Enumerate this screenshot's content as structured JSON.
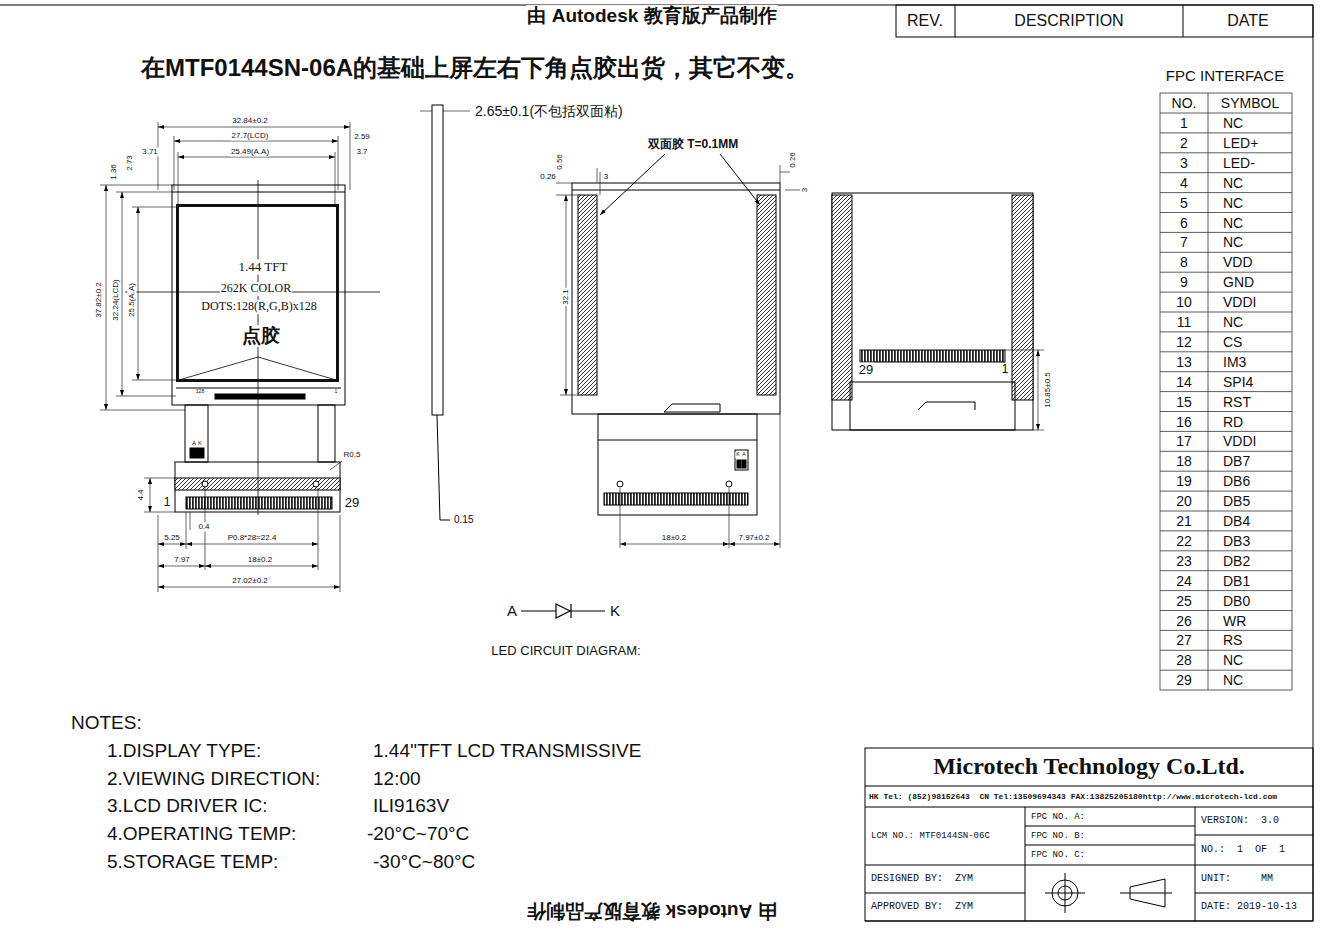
{
  "diagram": {
    "title": "在MTF0144SN-06A的基础上屏左右下角点胶出货，其它不变。",
    "nodes": [
      {
        "text": [
          "1.44 TFT",
          "262K COLOR",
          "DOTS:128(R,G,B)x128",
          "点胶"
        ]
      }
    ],
    "labels": [
      "由 Autodesk 教育版产品制作",
      "REV.",
      "DESCRIPTION",
      "DATE",
      "FPC INTERFACE",
      "NO.",
      "SYMBOL",
      "1",
      "NC",
      "2",
      "LED+",
      "3",
      "LED-",
      "4",
      "NC",
      "5",
      "NC",
      "6",
      "NC",
      "7",
      "NC",
      "8",
      "VDD",
      "9",
      "GND",
      "10",
      "VDDI",
      "11",
      "NC",
      "12",
      "CS",
      "13",
      "IM3",
      "14",
      "SPI4",
      "15",
      "RST",
      "16",
      "RD",
      "17",
      "VDDI",
      "18",
      "DB7",
      "19",
      "DB6",
      "20",
      "DB5",
      "21",
      "DB4",
      "22",
      "DB3",
      "23",
      "DB2",
      "24",
      "DB1",
      "25",
      "DB0",
      "26",
      "WR",
      "27",
      "RS",
      "28",
      "NC",
      "29",
      "NC",
      "32.84±0.2",
      "27.7(LCD)",
      "2.59",
      "3.71",
      "2.73",
      "25.49(A.A)",
      "3.7",
      "1.36",
      "37.82±0.2",
      "32.24(LCD)",
      "25.5(A.A)",
      "128",
      "1",
      "A",
      "K",
      "R0.5",
      "4.4",
      "1",
      "29",
      "0.4",
      "5.25",
      "P0.8*28=22.4",
      "7.97",
      "18±0.2",
      "27.02±0.2",
      "2.65±0.1(不包括双面粘)",
      "0.15",
      "双面胶 T=0.1MM",
      "0.56",
      "0.26",
      "3",
      "0.26",
      "3",
      "32.1",
      "K",
      "A",
      "18±0.2",
      "7.97±0.2",
      "29",
      "1",
      "10.85±0.5",
      "A",
      "K",
      "LED CIRCUIT DIAGRAM:",
      "NOTES:",
      "1.DISPLAY TYPE:",
      "1.44''TFT LCD TRANSMISSIVE",
      "2.VIEWING DIRECTION:",
      "12:00",
      "3.LCD DRIVER IC:",
      "ILI9163V",
      "4.OPERATING TEMP:",
      "-20°C~70°C",
      "5.STORAGE TEMP:",
      "-30°C~80°C",
      "Microtech Technology Co.Ltd.",
      "HK Tel: (852)98152643  CN Tel:13509694343 FAX:13825205180http://www.microtech-lcd.com",
      "LCM NO.: MTF0144SN-06C",
      "FPC NO. A:",
      "FPC NO. B:",
      "FPC NO. C:",
      "VERSION:  3.0",
      "NO.:  1  OF  1",
      "DESIGNED BY:  ZYM",
      "APPROVED BY:  ZYM",
      "UNIT:     MM",
      "DATE: 2019-10-13",
      "由 Autodesk 教育版产品制作"
    ]
  }
}
